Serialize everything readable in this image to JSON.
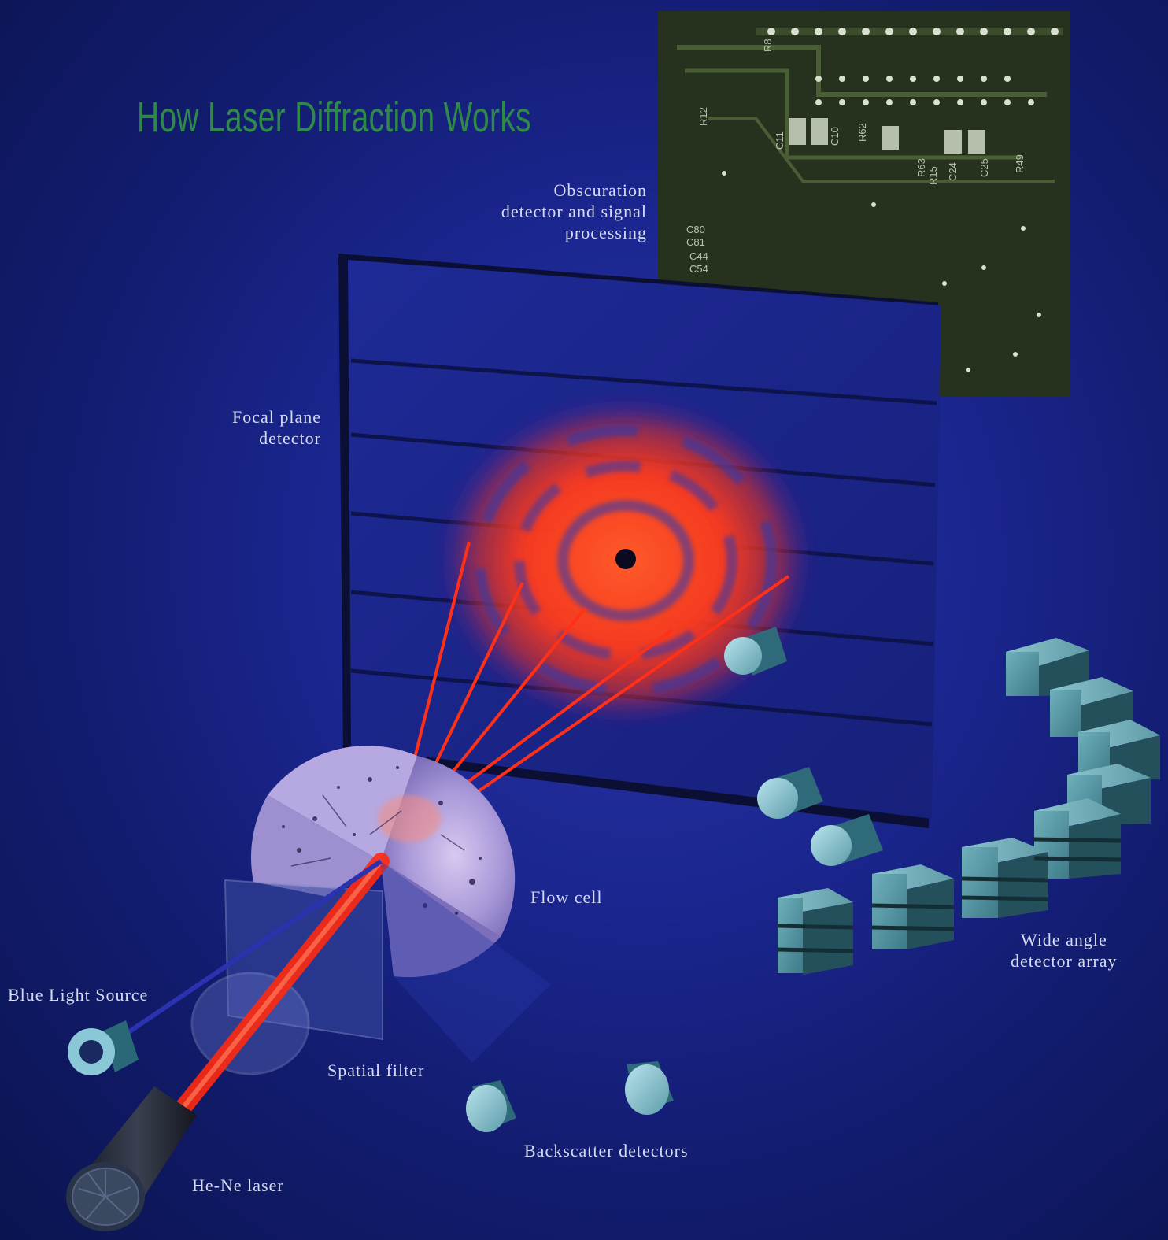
{
  "title": "How Laser Diffraction Works",
  "labels": {
    "obscuration": [
      "Obscuration",
      "detector and signal",
      "processing"
    ],
    "focal_plane": [
      "Focal plane",
      "detector"
    ],
    "flow_cell": "Flow cell",
    "wide_angle": [
      "Wide angle",
      "detector array"
    ],
    "blue_light": "Blue Light Source",
    "spatial_filter": "Spatial filter",
    "backscatter": "Backscatter detectors",
    "laser": "He-Ne laser"
  },
  "circuit_board_markings": [
    "C11",
    "C10",
    "R62",
    "R63",
    "R15",
    "C24",
    "C25",
    "R49",
    "R12",
    "R8",
    "C80",
    "C81",
    "C44",
    "C54"
  ],
  "colors": {
    "background": "#1b2690",
    "title": "#2f8a4a",
    "laser_beam": "#ff3a1a",
    "diffraction_pattern": "#ff4a22",
    "detector_cube": "#5b9aa8",
    "circuit_board": "#2e3e22",
    "label_text": "#d6dcf0"
  }
}
